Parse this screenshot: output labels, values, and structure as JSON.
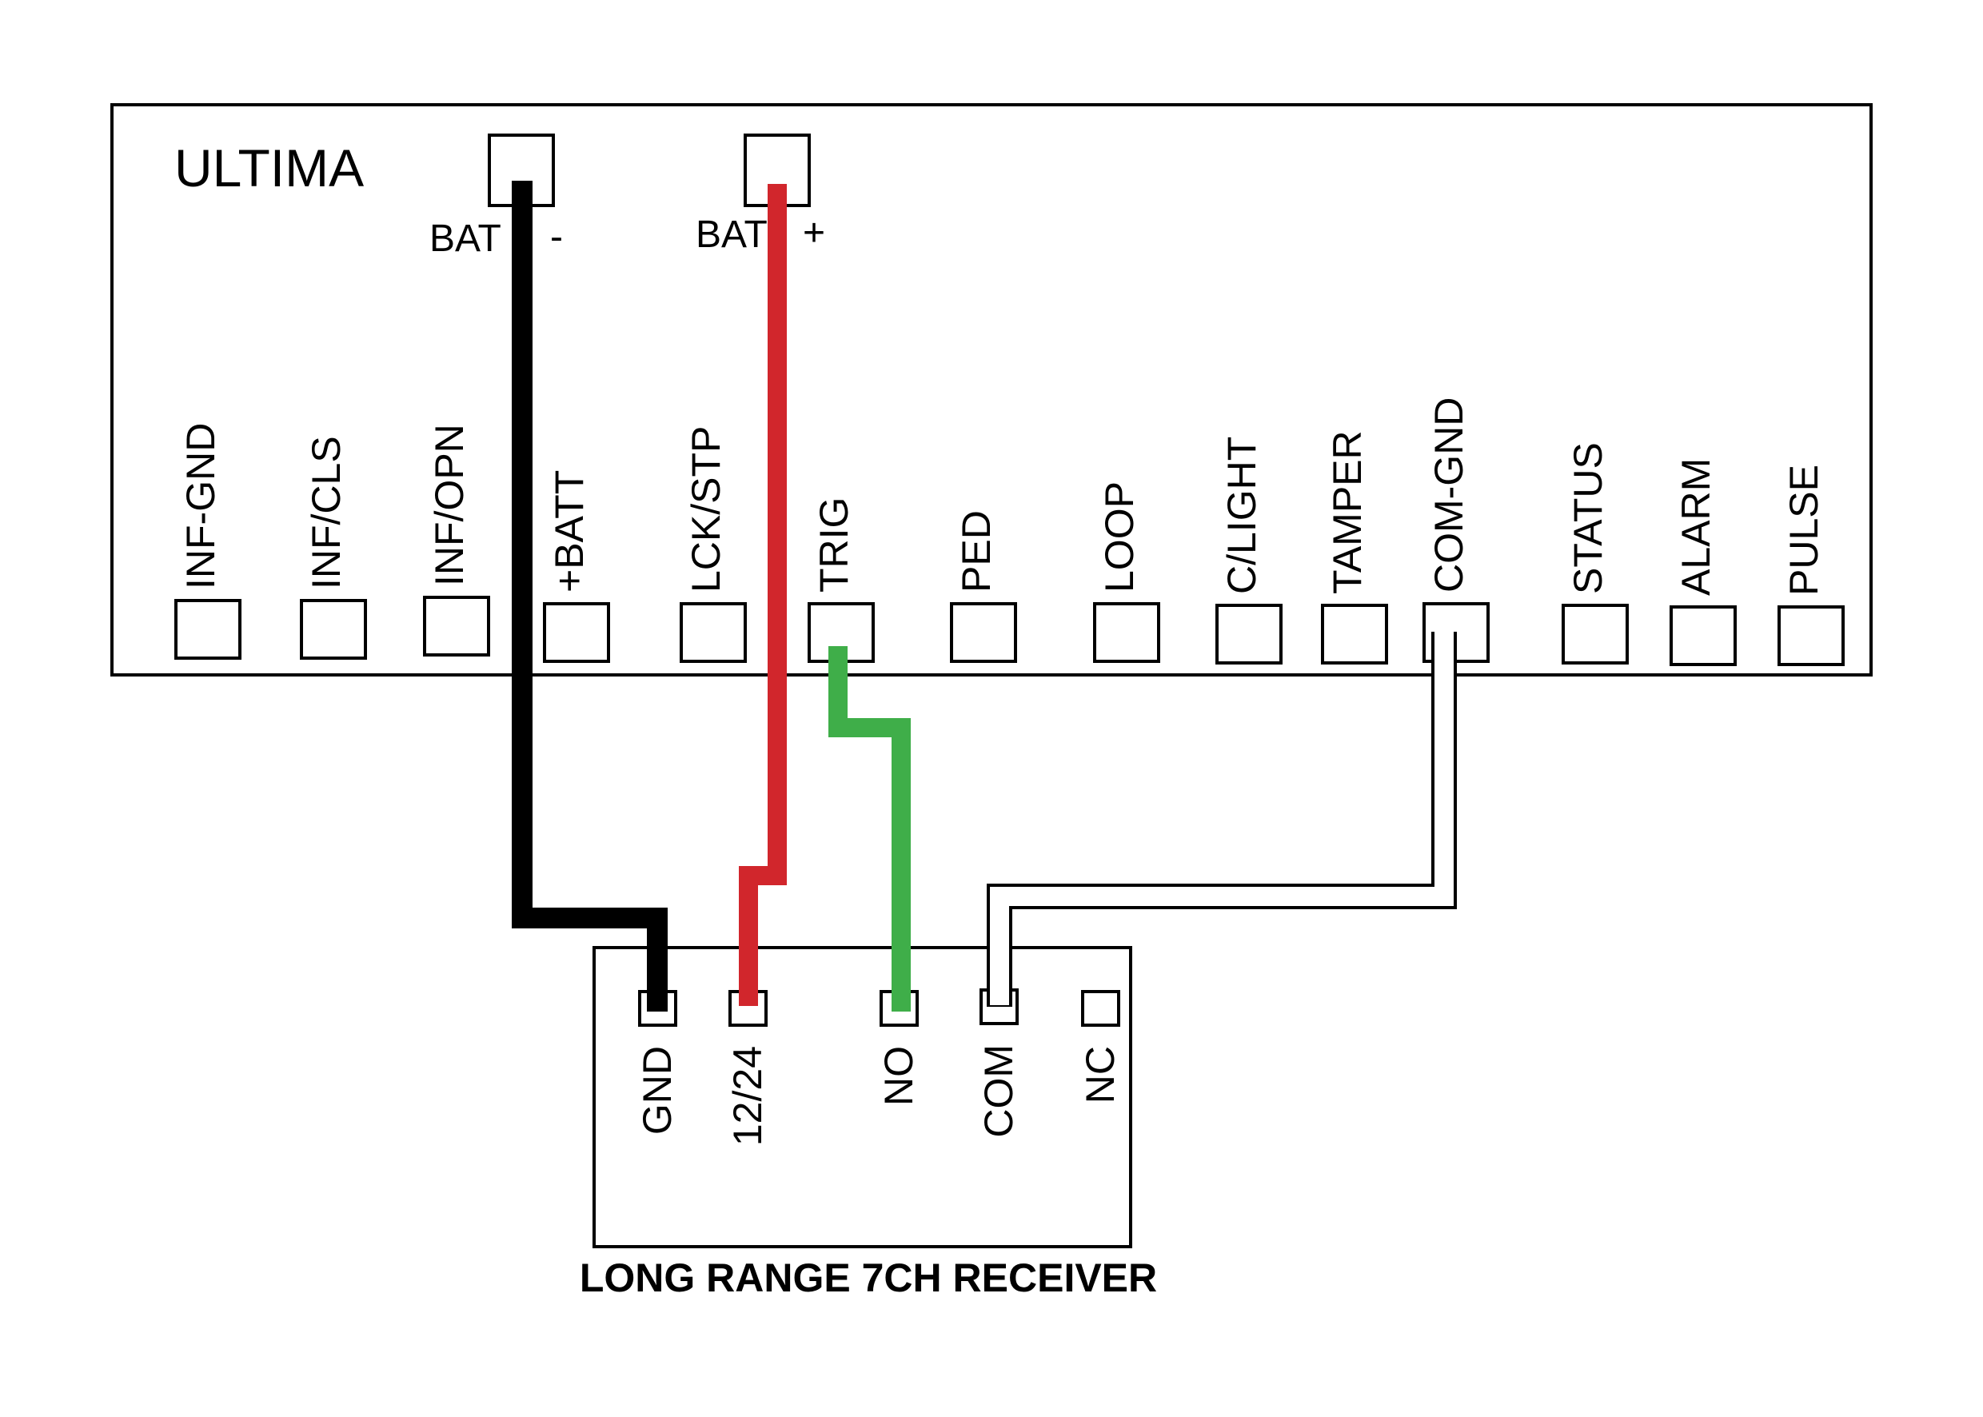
{
  "controller": {
    "title": "ULTIMA",
    "bat_neg": {
      "label": "BAT",
      "sign": "-"
    },
    "bat_pos": {
      "label": "BAT",
      "sign": "+"
    },
    "terminals": [
      {
        "id": "inf-gnd",
        "label": "INF-GND"
      },
      {
        "id": "inf-cls",
        "label": "INF/CLS"
      },
      {
        "id": "inf-opn",
        "label": "INF/OPN"
      },
      {
        "id": "batt",
        "label": "+BATT"
      },
      {
        "id": "lck-stp",
        "label": "LCK/STP"
      },
      {
        "id": "trig",
        "label": "TRIG"
      },
      {
        "id": "ped",
        "label": "PED"
      },
      {
        "id": "loop",
        "label": "LOOP"
      },
      {
        "id": "c-light",
        "label": "C/LIGHT"
      },
      {
        "id": "tamper",
        "label": "TAMPER"
      },
      {
        "id": "com-gnd",
        "label": "COM-GND"
      },
      {
        "id": "status",
        "label": "STATUS"
      },
      {
        "id": "alarm",
        "label": "ALARM"
      },
      {
        "id": "pulse",
        "label": "PULSE"
      }
    ]
  },
  "receiver": {
    "title": "LONG RANGE 7CH RECEIVER",
    "terminals": [
      {
        "id": "gnd",
        "label": "GND"
      },
      {
        "id": "v12-24",
        "label": "12/24"
      },
      {
        "id": "no",
        "label": "NO"
      },
      {
        "id": "com",
        "label": "COM"
      },
      {
        "id": "nc",
        "label": "NC"
      }
    ]
  },
  "wires": [
    {
      "id": "black-wire",
      "color": "#000000",
      "from": "BAT -",
      "to": "GND"
    },
    {
      "id": "red-wire",
      "color": "#d1262c",
      "from": "BAT +",
      "to": "12/24"
    },
    {
      "id": "green-wire",
      "color": "#3fae49",
      "from": "TRIG",
      "to": "NO"
    },
    {
      "id": "white-wire",
      "color": "#ffffff",
      "from": "COM-GND",
      "to": "COM"
    }
  ]
}
